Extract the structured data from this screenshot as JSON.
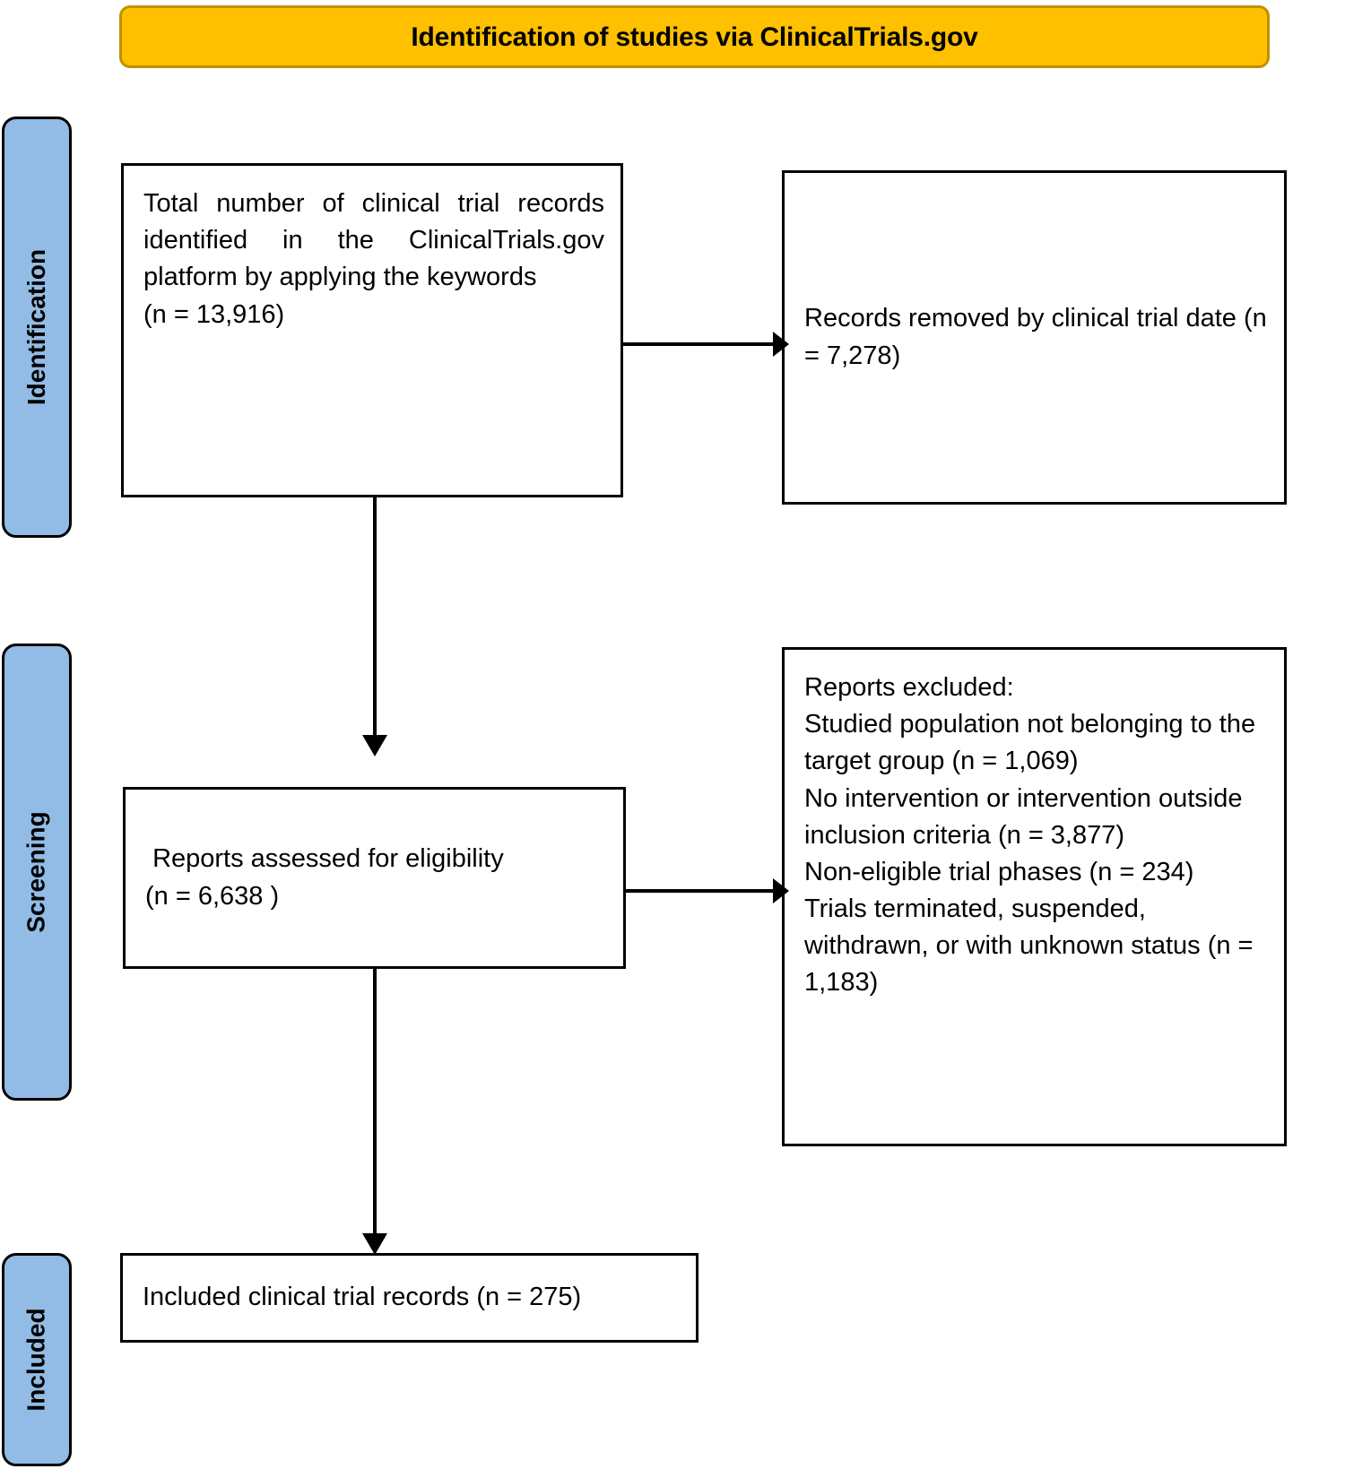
{
  "header": {
    "title": "Identification of studies via ClinicalTrials.gov",
    "fill_color": "#FFC000",
    "border_color": "#BF9000"
  },
  "stages": {
    "fill_color": "#92BCE5",
    "border_color": "#000000",
    "identification": "Identification",
    "screening": "Screening",
    "included": "Included"
  },
  "boxes": {
    "identified": "Total number of clinical trial records identified in the ClinicalTrials.gov platform by applying the keywords\n(n = 13,916)",
    "removed": "Records removed by clinical trial date (n = 7,278)",
    "assessed": " Reports assessed for eligibility\n(n = 6,638 )",
    "excluded": "Reports excluded:\nStudied population not belonging to the target group (n = 1,069)\nNo intervention or intervention outside inclusion criteria (n = 3,877)\nNon-eligible trial phases (n = 234)\nTrials terminated, suspended, withdrawn, or with unknown status (n = 1,183)",
    "included": "Included clinical trial records (n = 275)"
  },
  "chart_data": {
    "type": "diagram",
    "title": "PRISMA flow diagram — Identification of studies via ClinicalTrials.gov",
    "nodes": [
      {
        "id": "identified",
        "stage": "Identification",
        "label": "Total number of clinical trial records identified in the ClinicalTrials.gov platform by applying the keywords",
        "n": 13916
      },
      {
        "id": "removed",
        "stage": "Identification",
        "label": "Records removed by clinical trial date",
        "n": 7278
      },
      {
        "id": "assessed",
        "stage": "Screening",
        "label": "Reports assessed for eligibility",
        "n": 6638
      },
      {
        "id": "excluded",
        "stage": "Screening",
        "label": "Reports excluded",
        "n": null,
        "reasons": [
          {
            "label": "Studied population not belonging to the target group",
            "n": 1069
          },
          {
            "label": "No intervention or intervention outside inclusion criteria",
            "n": 3877
          },
          {
            "label": "Non-eligible trial phases",
            "n": 234
          },
          {
            "label": "Trials terminated, suspended, withdrawn, or with unknown status",
            "n": 1183
          }
        ]
      },
      {
        "id": "included",
        "stage": "Included",
        "label": "Included clinical trial records",
        "n": 275
      }
    ],
    "edges": [
      {
        "from": "identified",
        "to": "removed",
        "direction": "right"
      },
      {
        "from": "identified",
        "to": "assessed",
        "direction": "down"
      },
      {
        "from": "assessed",
        "to": "excluded",
        "direction": "right"
      },
      {
        "from": "assessed",
        "to": "included",
        "direction": "down"
      }
    ]
  }
}
